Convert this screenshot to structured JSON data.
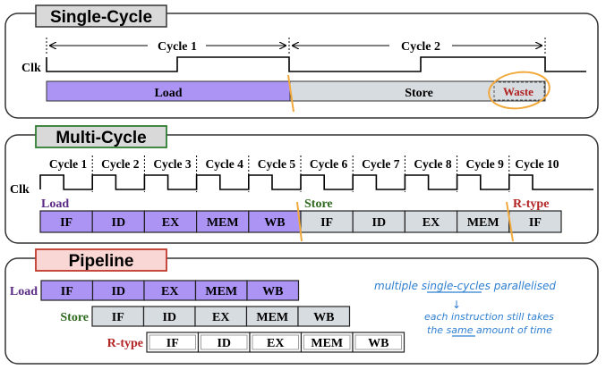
{
  "colors": {
    "load_fill": "#ac94f4",
    "store_fill": "#d7dce1",
    "waste_text": "#b22222",
    "annotation_ink": "#2f7fd1",
    "boundary_orange": "#f2a93b",
    "multi_header_border": "#2e7d32",
    "pipeline_header_fill": "#f8d7d4",
    "pipeline_header_border": "#c0392b",
    "load_label": "#5b2a86",
    "store_label": "#2e6b1f",
    "rtype_label": "#b22222"
  },
  "single_cycle": {
    "title": "Single-Cycle",
    "clk_label": "Clk",
    "cycle1": "Cycle 1",
    "cycle2": "Cycle 2",
    "load": "Load",
    "store": "Store",
    "waste": "Waste"
  },
  "multi_cycle": {
    "title": "Multi-Cycle",
    "clk_label": "Clk",
    "cycles": [
      "Cycle 1",
      "Cycle 2",
      "Cycle 3",
      "Cycle 4",
      "Cycle 5",
      "Cycle 6",
      "Cycle 7",
      "Cycle 8",
      "Cycle 9",
      "Cycle 10"
    ],
    "load_label": "Load",
    "store_label": "Store",
    "rtype_label": "R-type",
    "load_stages": [
      "IF",
      "ID",
      "EX",
      "MEM",
      "WB"
    ],
    "store_stages": [
      "IF",
      "ID",
      "EX",
      "MEM"
    ],
    "rtype_stages": [
      "IF"
    ]
  },
  "pipeline": {
    "title": "Pipeline",
    "rows": [
      {
        "label": "Load",
        "stages": [
          "IF",
          "ID",
          "EX",
          "MEM",
          "WB"
        ]
      },
      {
        "label": "Store",
        "stages": [
          "IF",
          "ID",
          "EX",
          "MEM",
          "WB"
        ]
      },
      {
        "label": "R-type",
        "stages": [
          "IF",
          "ID",
          "EX",
          "MEM",
          "WB"
        ]
      }
    ],
    "annotation_line1": "multiple single-cycles parallelised",
    "annotation_arrow": "↓",
    "annotation_line2": "each instruction still takes",
    "annotation_line3": "the same amount of time"
  }
}
